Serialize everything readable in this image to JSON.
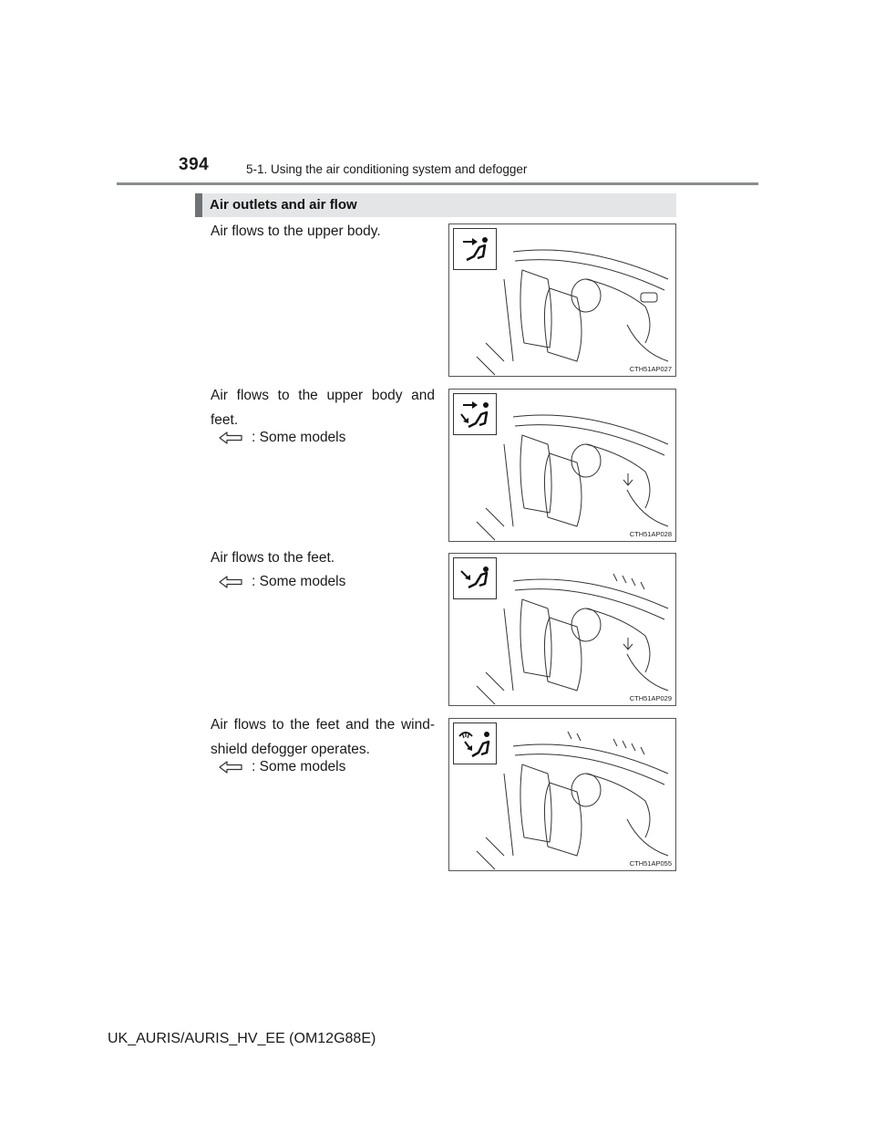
{
  "header": {
    "page_number": "394",
    "section_title": "5-1. Using the air conditioning system and defogger"
  },
  "subheading": "Air outlets and air flow",
  "items": [
    {
      "text": "Air flows to the upper body.",
      "note": "",
      "code": "CTH51AP027",
      "icon": "upper-body-airflow-icon"
    },
    {
      "text": "Air flows to the upper body and feet.",
      "note": ": Some models",
      "code": "CTH51AP028",
      "icon": "upper-body-feet-airflow-icon"
    },
    {
      "text": "Air flows to the feet.",
      "note": ": Some models",
      "code": "CTH51AP029",
      "icon": "feet-airflow-icon"
    },
    {
      "text": "Air flows to the feet and the wind-shield defogger operates.",
      "note": ": Some models",
      "code": "CTH51AP055",
      "icon": "feet-defogger-airflow-icon"
    }
  ],
  "footer": "UK_AURIS/AURIS_HV_EE (OM12G88E)"
}
